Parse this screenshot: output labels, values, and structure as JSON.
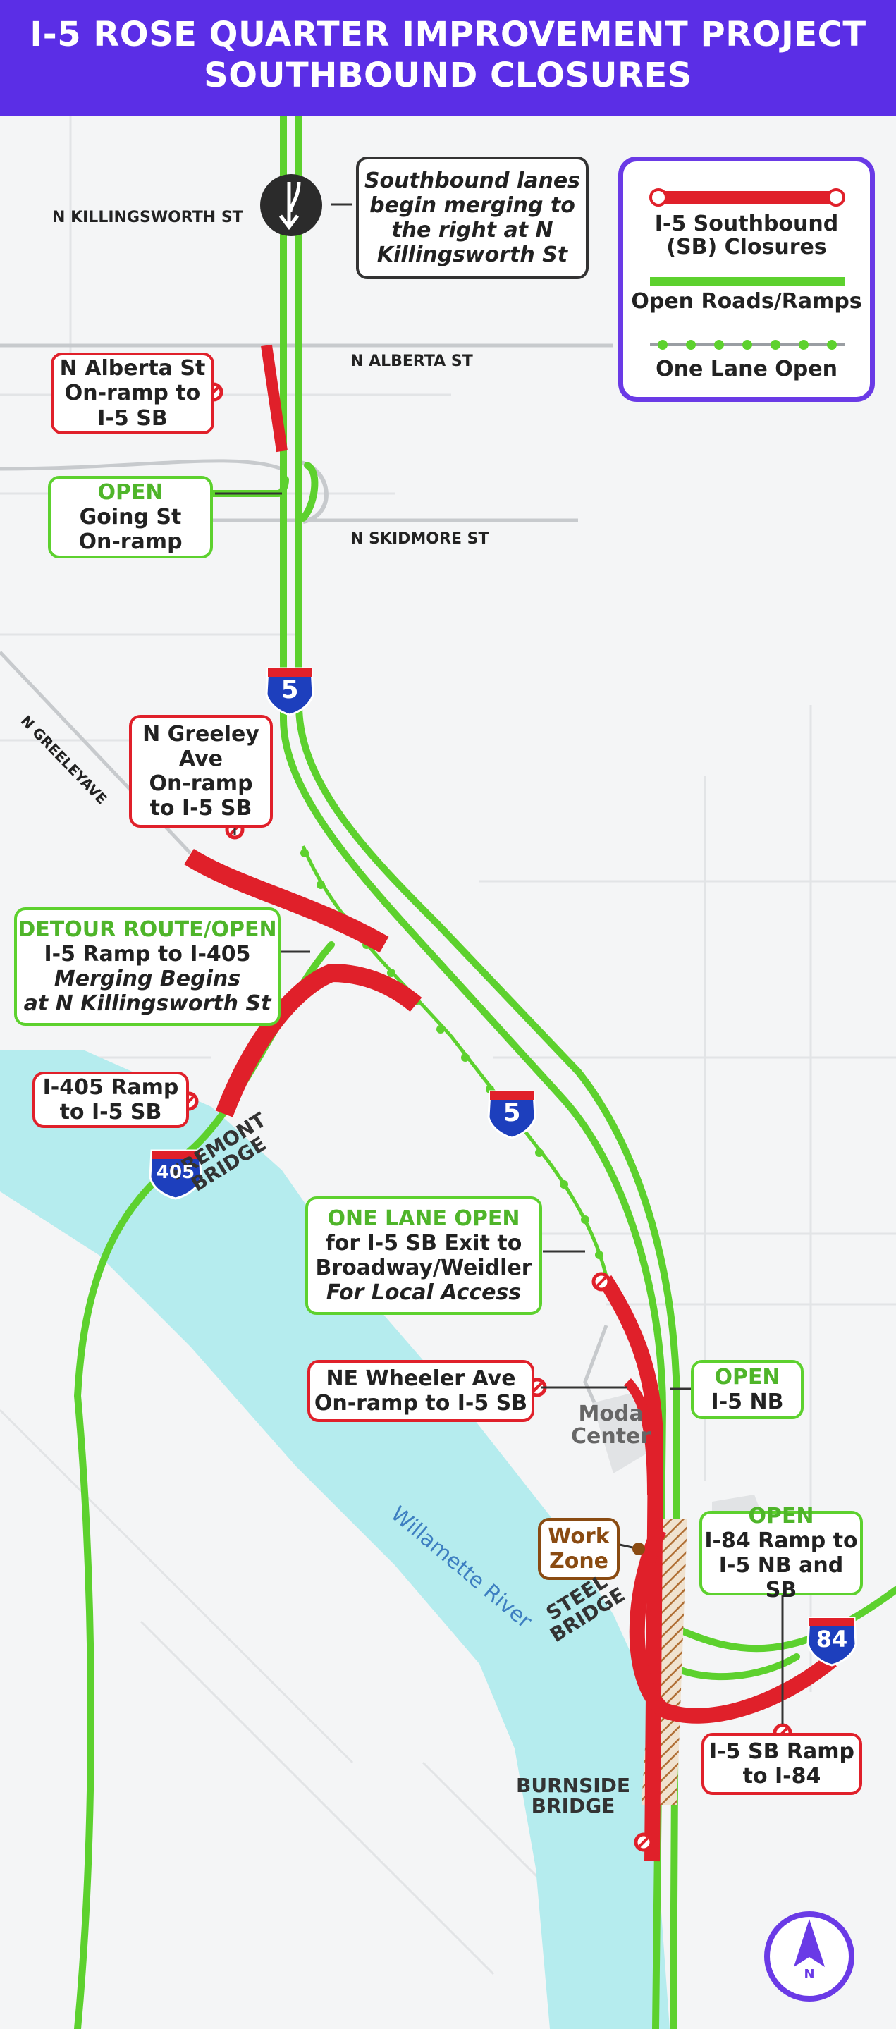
{
  "header": {
    "line1": "I-5 ROSE QUARTER IMPROVEMENT PROJECT",
    "line2": "SOUTHBOUND CLOSURES"
  },
  "colors": {
    "header_bg": "#5b2ee6",
    "closure_red": "#e0202a",
    "open_green": "#5dd12e",
    "river_blue": "#b5ecee",
    "work_zone_brown": "#8a4b12",
    "legend_border": "#6a3ae6"
  },
  "legend": {
    "closure": [
      "I-5 Southbound",
      "(SB) Closures"
    ],
    "open": "Open Roads/Ramps",
    "one_lane": "One Lane Open"
  },
  "streets": {
    "killingsworth": "N KILLINGSWORTH ST",
    "alberta": "N ALBERTA ST",
    "skidmore": "N SKIDMORE ST",
    "greeley": "N GREELEYAVE"
  },
  "callouts": {
    "merge": [
      "Southbound lanes",
      "begin merging to",
      "the right at N",
      "Killingsworth St"
    ],
    "alberta": [
      "N Alberta St",
      "On-ramp to",
      "I-5 SB"
    ],
    "going": {
      "status": "OPEN",
      "lines": [
        "Going St",
        "On-ramp"
      ]
    },
    "greeley": [
      "N Greeley",
      "Ave",
      "On-ramp",
      "to I-5 SB"
    ],
    "detour": {
      "status": "DETOUR ROUTE/OPEN",
      "line": "I-5 Ramp to I-405",
      "italic": [
        "Merging Begins",
        "at N Killingsworth St"
      ]
    },
    "i405ramp": [
      "I-405 Ramp",
      "to I-5 SB"
    ],
    "onelane": {
      "status": "ONE LANE OPEN",
      "lines": [
        "for I-5 SB Exit to",
        "Broadway/Weidler"
      ],
      "italic": "For Local Access"
    },
    "wheeler": [
      "NE Wheeler Ave",
      "On-ramp to I-5 SB"
    ],
    "i5nb": {
      "status": "OPEN",
      "line": "I-5 NB"
    },
    "workzone": [
      "Work",
      "Zone"
    ],
    "i84open": {
      "status": "OPEN",
      "lines": [
        "I-84 Ramp to",
        "I-5 NB and SB"
      ]
    },
    "i84ramp": [
      "I-5 SB Ramp",
      "to I-84"
    ]
  },
  "places": {
    "moda": [
      "Moda",
      "Center"
    ],
    "river": "Willamette River",
    "fremont": [
      "FREMONT",
      "BRIDGE"
    ],
    "steel": [
      "STEEL",
      "BRIDGE"
    ],
    "burnside": [
      "BURNSIDE",
      "BRIDGE"
    ]
  },
  "shields": {
    "i5_top": "5",
    "i5_mid": "5",
    "i405": "405",
    "i84": "84"
  },
  "compass": "N"
}
